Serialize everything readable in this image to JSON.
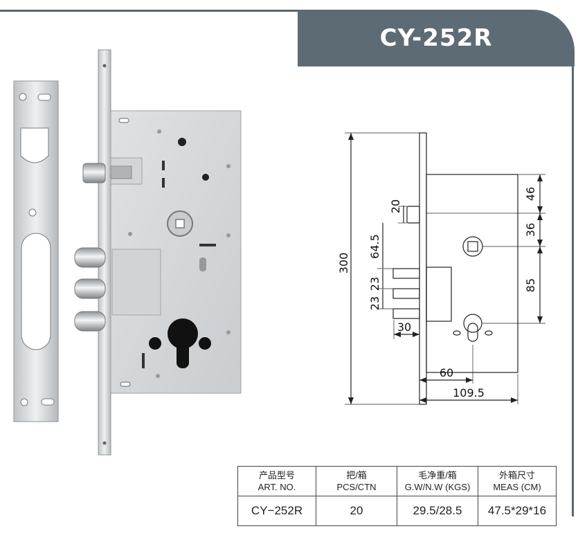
{
  "header": {
    "model": "CY-252R"
  },
  "drawing": {
    "dim_300": "300",
    "dim_20": "20",
    "dim_64_5": "64.5",
    "dim_23_a": "23",
    "dim_23_b": "23",
    "dim_30": "30",
    "dim_46": "46",
    "dim_36": "36",
    "dim_85": "85",
    "dim_60": "60",
    "dim_109_5": "109.5"
  },
  "spec_table": {
    "headers": [
      {
        "cn": "产品型号",
        "en": "ART. NO."
      },
      {
        "cn": "把/箱",
        "en": "PCS/CTN"
      },
      {
        "cn": "毛净重/箱",
        "en": "G.W/N.W (KGS)"
      },
      {
        "cn": "外箱尺寸",
        "en": "MEAS (CM)"
      }
    ],
    "row": [
      "CY−252R",
      "20",
      "29.5/28.5",
      "47.5*29*16"
    ]
  },
  "colors": {
    "header_bg": "#5d6b74",
    "header_text": "#ffffff"
  }
}
